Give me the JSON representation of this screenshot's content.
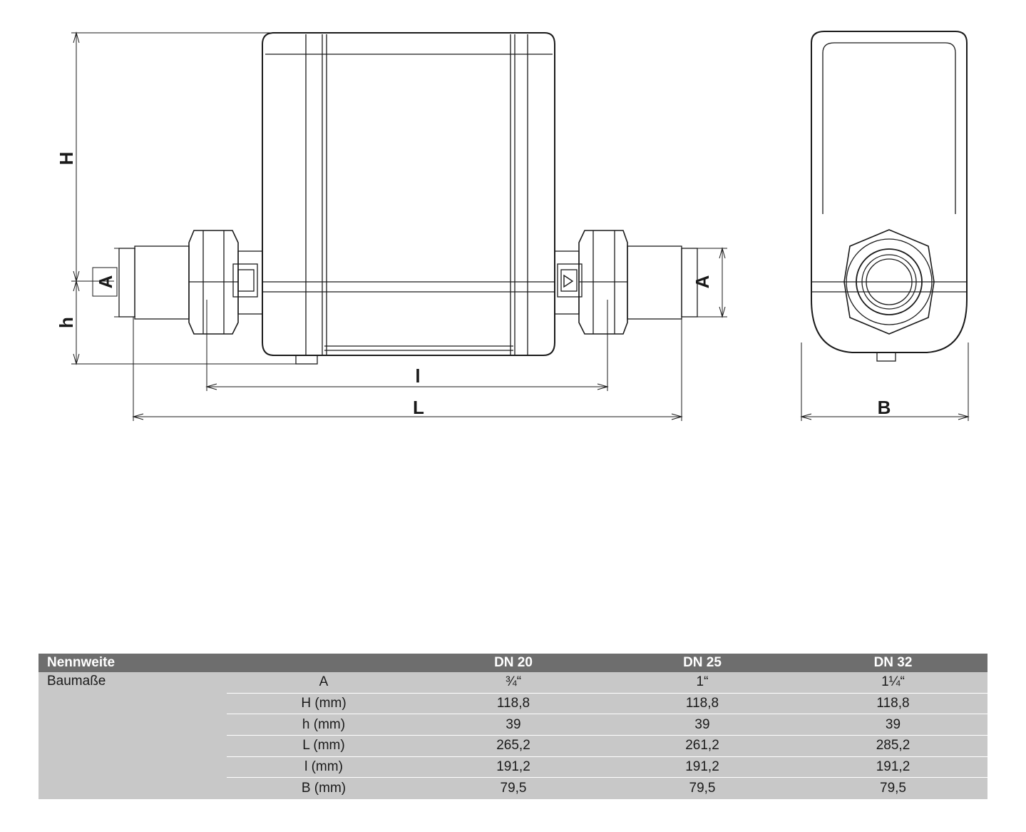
{
  "drawing": {
    "dimension_labels": {
      "H": "H",
      "h": "h",
      "A_left": "A",
      "A_right": "A",
      "l": "l",
      "L": "L",
      "B": "B"
    }
  },
  "table": {
    "header": [
      "Nennweite",
      "",
      "DN 20",
      "DN 25",
      "DN 32"
    ],
    "group_label": "Baumaße",
    "rows": [
      {
        "param": "A",
        "dn20": "¾“",
        "dn25": "1“",
        "dn32": "1¼“"
      },
      {
        "param": "H (mm)",
        "dn20": "118,8",
        "dn25": "118,8",
        "dn32": "118,8"
      },
      {
        "param": "h (mm)",
        "dn20": "39",
        "dn25": "39",
        "dn32": "39"
      },
      {
        "param": "L (mm)",
        "dn20": "265,2",
        "dn25": "261,2",
        "dn32": "285,2"
      },
      {
        "param": "l (mm)",
        "dn20": "191,2",
        "dn25": "191,2",
        "dn32": "191,2"
      },
      {
        "param": "B (mm)",
        "dn20": "79,5",
        "dn25": "79,5",
        "dn32": "79,5"
      }
    ]
  }
}
